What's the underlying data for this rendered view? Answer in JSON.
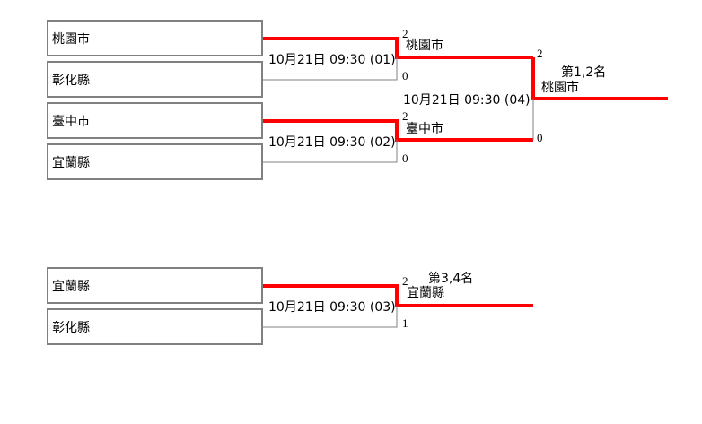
{
  "colors": {
    "winner_line": "#ff0000",
    "loser_line": "#808080",
    "box_border": "#808080"
  },
  "bracket_main": {
    "match01": {
      "info": "10月21日 09:30 (01)",
      "team_a": "桃園市",
      "team_b": "彰化縣",
      "score_a": "2",
      "score_b": "0",
      "winner": "桃園市"
    },
    "match02": {
      "info": "10月21日 09:30 (02)",
      "team_a": "臺中市",
      "team_b": "宜蘭縣",
      "score_a": "2",
      "score_b": "0",
      "winner": "臺中市"
    },
    "match04": {
      "info": "10月21日 09:30 (04)",
      "score_a": "2",
      "score_b": "0",
      "winner": "桃園市",
      "place_label": "第1,2名"
    }
  },
  "bracket_third": {
    "match03": {
      "info": "10月21日 09:30 (03)",
      "team_a": "宜蘭縣",
      "team_b": "彰化縣",
      "score_a": "2",
      "score_b": "1",
      "winner": "宜蘭縣",
      "place_label": "第3,4名"
    }
  }
}
